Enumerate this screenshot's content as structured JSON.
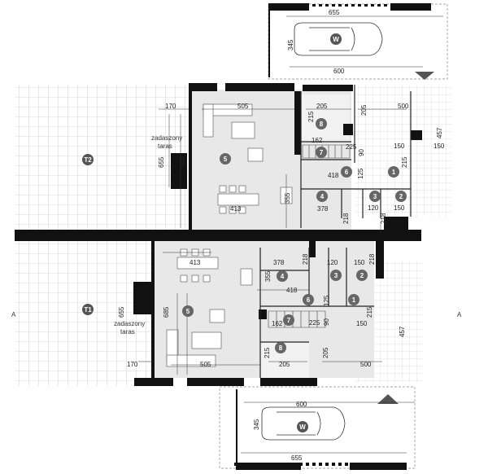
{
  "section_mark": "A",
  "terraces": [
    {
      "id": "T2",
      "caption_line1": "zadaszony",
      "caption_line2": "taras"
    },
    {
      "id": "T1",
      "caption_line1": "zadaszony",
      "caption_line2": "taras"
    }
  ],
  "car_badge": "W",
  "rooms": [
    "1",
    "2",
    "3",
    "4",
    "5",
    "6",
    "7",
    "8"
  ],
  "dims_top": {
    "carport_width": "655",
    "carport_depth": "345",
    "carport_inner": "600",
    "terrace_top": "170",
    "living_width": "505",
    "room8_width": "205",
    "room8_depth": "215",
    "right_205": "205",
    "right_500": "500",
    "right_457": "457",
    "right_150a": "150",
    "right_150b": "150",
    "stairs_225": "225",
    "stairs_90": "90",
    "h162": "162",
    "d125": "125",
    "d215": "215",
    "d418": "418",
    "d655": "655",
    "d685": "685",
    "dining_413": "413",
    "kitchen_355": "355",
    "kitchen_378": "378",
    "bath_218a": "218",
    "bath_218b": "218",
    "bath_120": "120",
    "wc_150": "150"
  },
  "dims_bottom": {
    "dining_413": "413",
    "kitchen_378": "378",
    "bath_218a": "218",
    "bath_120": "120",
    "bath_150": "150",
    "bath_218b": "218",
    "kitchen_355": "355",
    "d418": "418",
    "d125": "125",
    "d215": "215",
    "d655": "655",
    "d685": "685",
    "h162": "162",
    "stairs_225": "225",
    "stairs_90": "90",
    "right_150": "150",
    "right_457": "457",
    "terrace_170": "170",
    "living_505": "505",
    "room8_215": "215",
    "room8_205": "205",
    "right_205": "205",
    "right_500": "500",
    "carport_inner": "600",
    "carport_depth": "345",
    "carport_width": "655"
  }
}
